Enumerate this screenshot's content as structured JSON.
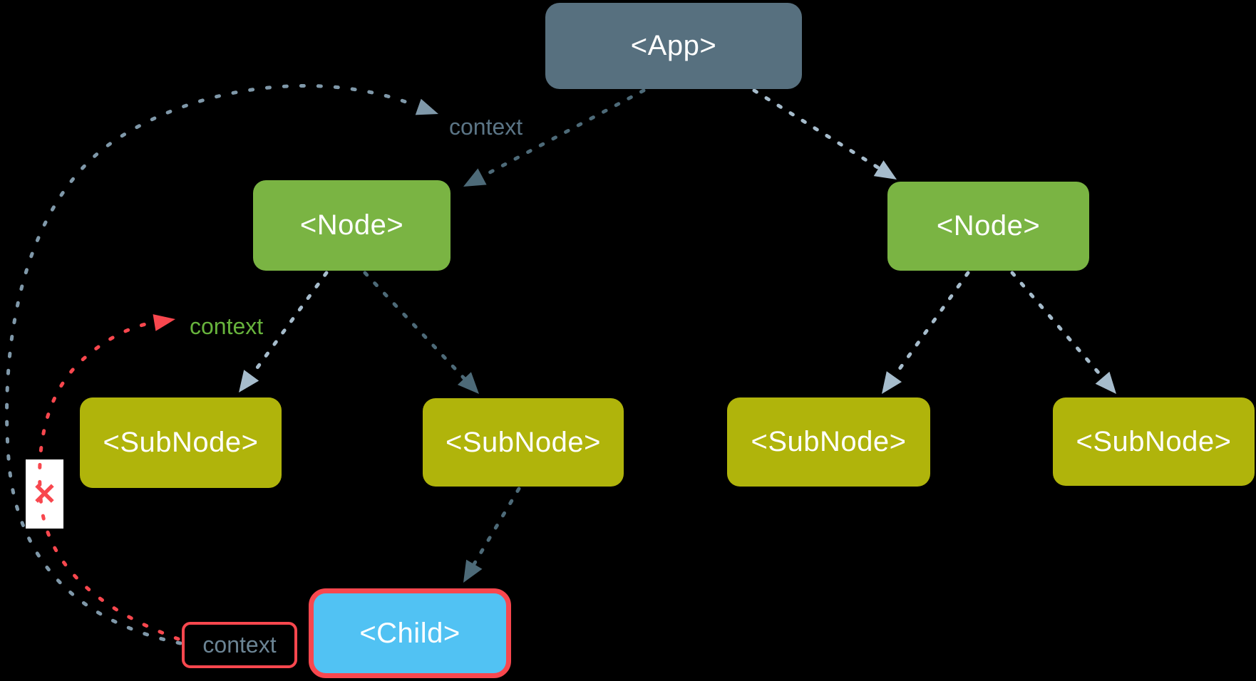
{
  "title": "Component tree context propagation diagram",
  "colors": {
    "app": "#57707f",
    "node": "#7ab443",
    "subnode": "#b0b40b",
    "child": "#51c2f3",
    "red": "#f8474e",
    "dark": "#4d6a78",
    "light": "#a6bccc",
    "slate": "#7f98a9",
    "ctx_top": "#5b7586",
    "ctx_green": "#67b33c",
    "ctx_bottom": "#6b8494"
  },
  "nodes": {
    "app": {
      "label": "<App>"
    },
    "node_left": {
      "label": "<Node>"
    },
    "node_right": {
      "label": "<Node>"
    },
    "subnode_1": {
      "label": "<SubNode>"
    },
    "subnode_2": {
      "label": "<SubNode>"
    },
    "subnode_3": {
      "label": "<SubNode>"
    },
    "subnode_4": {
      "label": "<SubNode>"
    },
    "child": {
      "label": "<Child>"
    }
  },
  "labels": {
    "context_top": "context",
    "context_green": "context",
    "context_bottom": "context"
  },
  "icons": {
    "blocked_x": "✕"
  },
  "diagram": {
    "type": "tree",
    "edges": [
      {
        "from": "app",
        "to": "node_left",
        "style": "dark"
      },
      {
        "from": "app",
        "to": "node_right",
        "style": "light"
      },
      {
        "from": "node_left",
        "to": "subnode_1",
        "style": "light"
      },
      {
        "from": "node_left",
        "to": "subnode_2",
        "style": "dark"
      },
      {
        "from": "node_right",
        "to": "subnode_3",
        "style": "light"
      },
      {
        "from": "node_right",
        "to": "subnode_4",
        "style": "light"
      },
      {
        "from": "subnode_2",
        "to": "child",
        "style": "dark"
      }
    ],
    "context_flows": [
      {
        "from": "context_bottom_box",
        "to": "context_top_label",
        "color": "slate",
        "blocked": false
      },
      {
        "from": "context_bottom_box",
        "to": "context_green_label",
        "color": "red",
        "blocked": true
      }
    ]
  }
}
